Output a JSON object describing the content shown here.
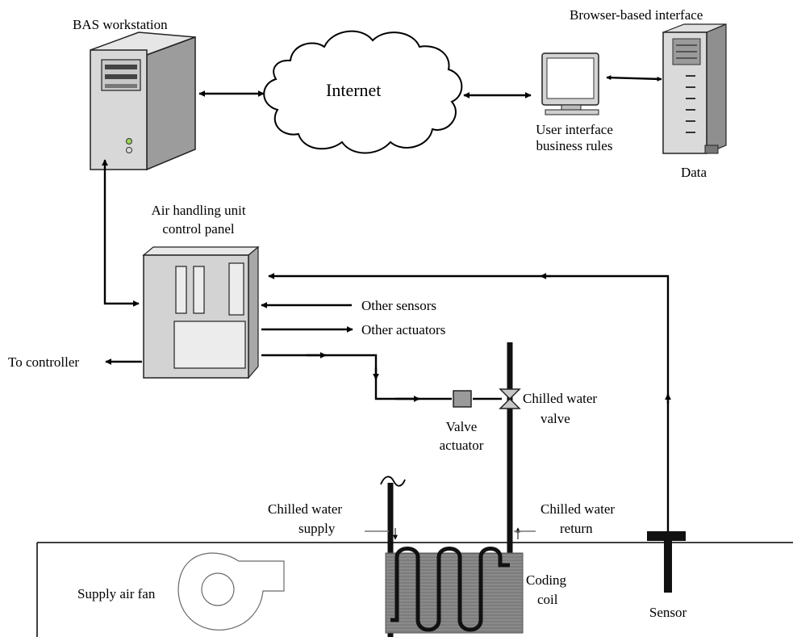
{
  "labels": {
    "bas_workstation": "BAS workstation",
    "internet": "Internet",
    "browser_interface": "Browser-based interface",
    "user_interface_l1": "User interface",
    "user_interface_l2": "business rules",
    "data": "Data",
    "ahu_panel_l1": "Air handling unit",
    "ahu_panel_l2": "control panel",
    "other_sensors": "Other sensors",
    "other_actuators": "Other actuators",
    "to_controller": "To controller",
    "chilled_water_valve_l1": "Chilled water",
    "chilled_water_valve_l2": "valve",
    "valve_actuator_l1": "Valve",
    "valve_actuator_l2": "actuator",
    "chilled_water_supply_l1": "Chilled water",
    "chilled_water_supply_l2": "supply",
    "chilled_water_return_l1": "Chilled water",
    "chilled_water_return_l2": "return",
    "coding_coil_l1": "Coding",
    "coding_coil_l2": "coil",
    "sensor": "Sensor",
    "supply_air_fan": "Supply air fan"
  },
  "icons": {
    "workstation": "computer-tower-icon",
    "cloud": "cloud-icon",
    "monitor": "monitor-icon",
    "server": "server-icon",
    "panel": "control-panel-icon",
    "fan": "fan-icon",
    "valve": "valve-icon",
    "actuator": "actuator-icon",
    "coil": "coil-icon",
    "sensor": "sensor-icon"
  }
}
